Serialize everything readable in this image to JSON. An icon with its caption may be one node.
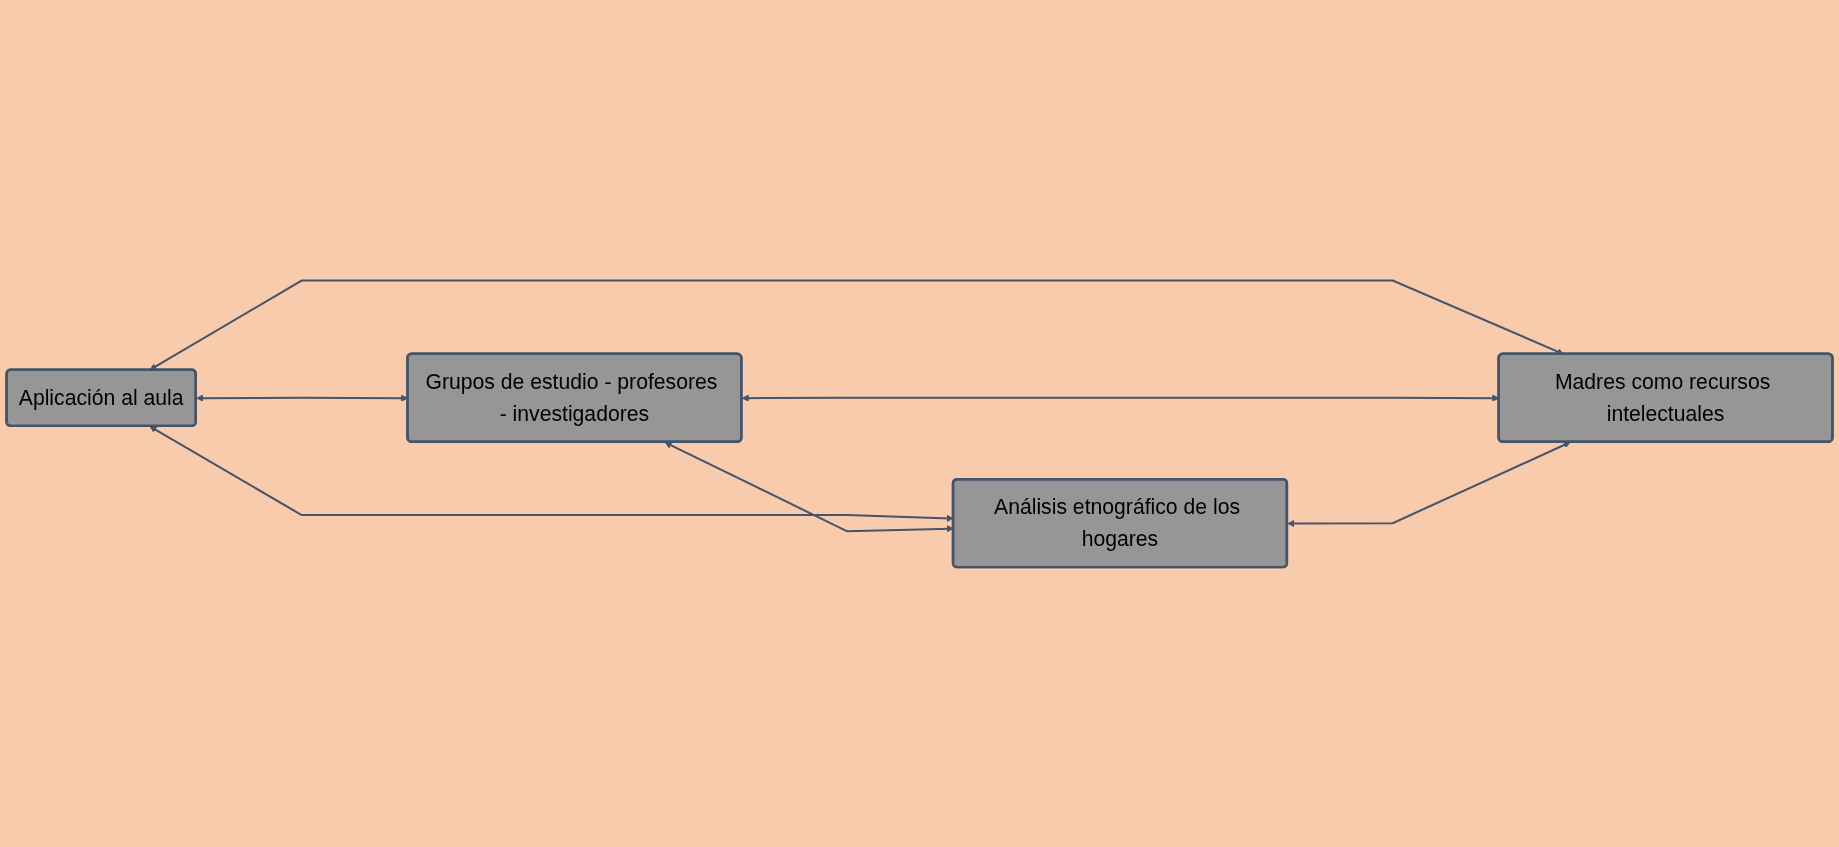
{
  "diagram": {
    "nodes": [
      {
        "text": [
          "Aplicación al aula"
        ]
      },
      {
        "text": [
          "Grupos de estudio - profesores - investigadores"
        ]
      },
      {
        "text": [
          "Análisis etnográfico de los hogares"
        ]
      },
      {
        "text": [
          "Madres como recursos intelectuales"
        ]
      }
    ],
    "edges": [
      {
        "from": 0,
        "to": 1,
        "arrow": "both"
      },
      {
        "from": 0,
        "to": 2,
        "arrow": "both"
      },
      {
        "from": 0,
        "to": 3,
        "arrow": "both"
      },
      {
        "from": 1,
        "to": 2,
        "arrow": "both"
      },
      {
        "from": 1,
        "to": 3,
        "arrow": "both"
      },
      {
        "from": 2,
        "to": 3,
        "arrow": "both"
      }
    ]
  }
}
